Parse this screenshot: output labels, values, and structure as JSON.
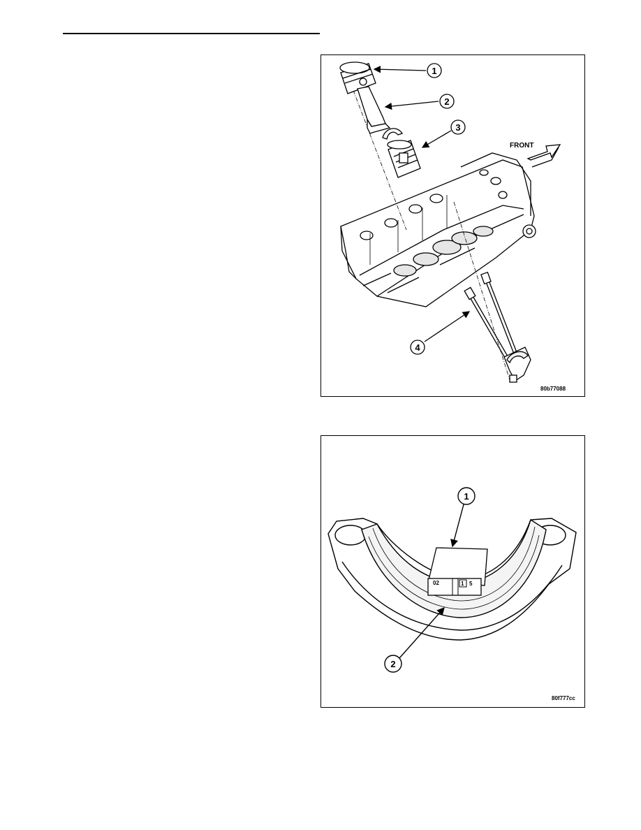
{
  "figure1": {
    "code": "80b77088",
    "front_label": "FRONT",
    "callouts": [
      "1",
      "2",
      "3",
      "4"
    ]
  },
  "figure2": {
    "code": "80f777cc",
    "callouts": [
      "1",
      "2"
    ],
    "bearing_marks": [
      "02",
      "1",
      "5"
    ]
  }
}
